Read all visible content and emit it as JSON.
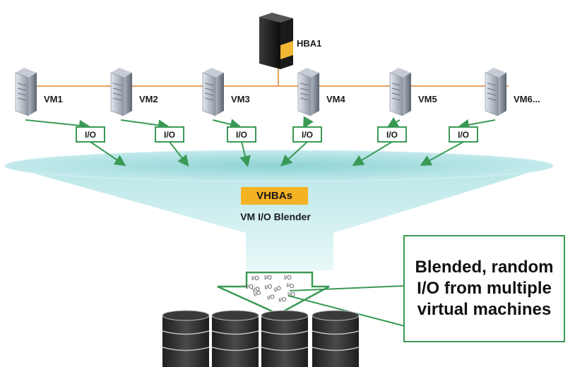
{
  "hba": {
    "label": "HBA1"
  },
  "vms": [
    {
      "label": "VM1",
      "io": "I/O"
    },
    {
      "label": "VM2",
      "io": "I/O"
    },
    {
      "label": "VM3",
      "io": "I/O"
    },
    {
      "label": "VM4",
      "io": "I/O"
    },
    {
      "label": "VM5",
      "io": "I/O"
    },
    {
      "label": "VM6...",
      "io": "I/O"
    }
  ],
  "blender": {
    "vhbas": "VHBAs",
    "title": "VM I/O Blender"
  },
  "funnel_io_label": "I/O",
  "callout": {
    "text": "Blended, random I/O from multiple virtual machines"
  },
  "colors": {
    "wire": "#e8a060",
    "green": "#3a9a55",
    "funnel": "#c6ebec",
    "vhbas_bg": "#f5b324",
    "disk": "#2e2e2e"
  }
}
